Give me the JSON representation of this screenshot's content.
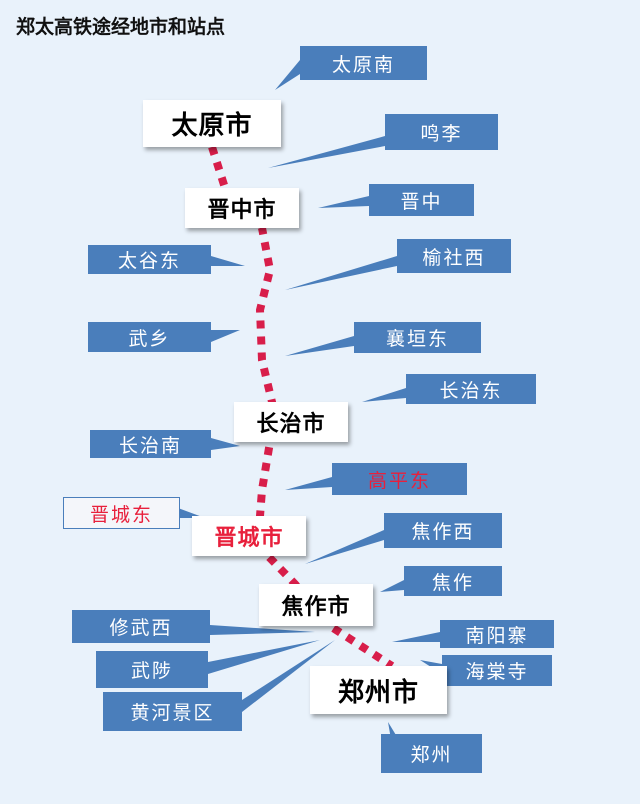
{
  "title": "郑太高铁途经地市和站点",
  "colors": {
    "route": "#d81e4a",
    "station_box": "#4a7ebb",
    "highlight_text": "#e8203c"
  },
  "cities": [
    {
      "id": "taiyuan",
      "label": "太原市"
    },
    {
      "id": "jinzhong",
      "label": "晋中市"
    },
    {
      "id": "changzhi",
      "label": "长治市"
    },
    {
      "id": "jincheng",
      "label": "晋城市"
    },
    {
      "id": "jiaozuo",
      "label": "焦作市"
    },
    {
      "id": "zhengzhou",
      "label": "郑州市"
    }
  ],
  "stations": [
    {
      "id": "taiyuannan",
      "label": "太原南"
    },
    {
      "id": "mingli",
      "label": "鸣李"
    },
    {
      "id": "jinzhong",
      "label": "晋中"
    },
    {
      "id": "taigudong",
      "label": "太谷东"
    },
    {
      "id": "yushexi",
      "label": "榆社西"
    },
    {
      "id": "wuxiang",
      "label": "武乡"
    },
    {
      "id": "xiangyuandong",
      "label": "襄垣东"
    },
    {
      "id": "changzhidong",
      "label": "长治东"
    },
    {
      "id": "changzhinan",
      "label": "长治南"
    },
    {
      "id": "gaopingdong",
      "label": "高平东"
    },
    {
      "id": "jinchengdong",
      "label": "晋城东"
    },
    {
      "id": "jiaozuoxi",
      "label": "焦作西"
    },
    {
      "id": "jiaozuo",
      "label": "焦作"
    },
    {
      "id": "xiuwuxi",
      "label": "修武西"
    },
    {
      "id": "nanyangzhai",
      "label": "南阳寨"
    },
    {
      "id": "wuzhi",
      "label": "武陟"
    },
    {
      "id": "haitangsi",
      "label": "海棠寺"
    },
    {
      "id": "huanghejingqu",
      "label": "黄河景区"
    },
    {
      "id": "zhengzhou",
      "label": "郑州"
    }
  ]
}
